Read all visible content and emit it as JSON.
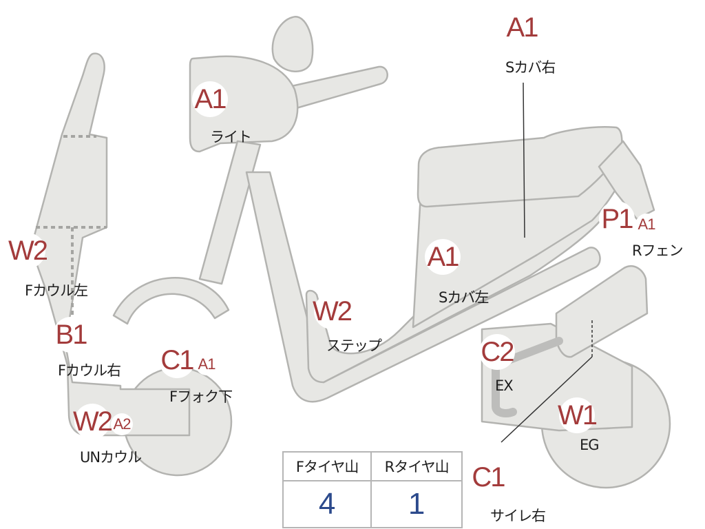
{
  "colors": {
    "body_fill": "#e7e7e4",
    "body_stroke": "#b3b3b0",
    "tag_text": "#a33b3b",
    "value_text": "#2c4a8c"
  },
  "marks": [
    {
      "id": "s-cover-right",
      "code": "A1",
      "label": "Sカバ右"
    },
    {
      "id": "light",
      "code": "A1",
      "label": "ライト"
    },
    {
      "id": "r-fender",
      "code": "P1",
      "sub": "A1",
      "label": "Rフェン"
    },
    {
      "id": "f-cowl-left",
      "code": "W2",
      "label": "Fカウル左"
    },
    {
      "id": "s-cover-left",
      "code": "A1",
      "label": "Sカバ左"
    },
    {
      "id": "step",
      "code": "W2",
      "label": "ステップ"
    },
    {
      "id": "f-cowl-right",
      "code": "B1",
      "label": "Fカウル右"
    },
    {
      "id": "f-fork-lower",
      "code": "C1",
      "sub": "A1",
      "label": "Fフォク下"
    },
    {
      "id": "exhaust",
      "code": "C2",
      "label": "EX"
    },
    {
      "id": "un-cowl",
      "code": "W2",
      "sub": "A2",
      "label": "UNカウル"
    },
    {
      "id": "engine",
      "code": "W1",
      "label": "EG"
    },
    {
      "id": "muffler-right",
      "code": "C1",
      "label": "サイレ右"
    }
  ],
  "tire_table": {
    "headers": [
      "Fタイヤ山",
      "Rタイヤ山"
    ],
    "values": [
      "4",
      "1"
    ]
  }
}
